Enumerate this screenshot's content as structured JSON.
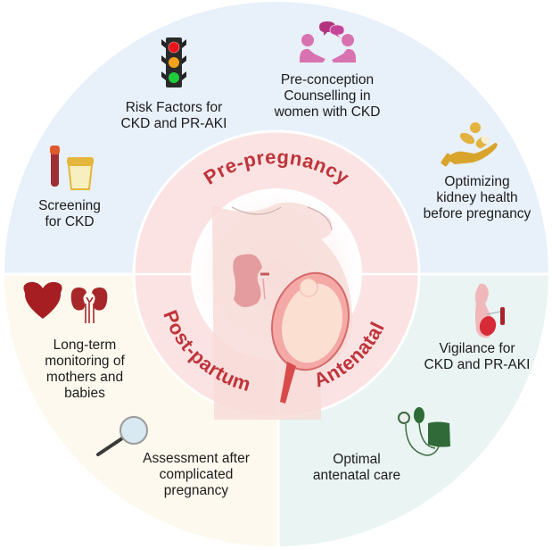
{
  "figure": {
    "center": {
      "phases": [
        {
          "id": "pre-pregnancy",
          "label": "Pre-pregnancy"
        },
        {
          "id": "antenatal",
          "label": "Antenatal"
        },
        {
          "id": "post-partum",
          "label": "Post-partum"
        }
      ],
      "illustration": "pregnant-woman-kidney-fetus-illustration"
    },
    "quadrants": {
      "pre_pregnancy": {
        "color": "#e8f0fa",
        "items": [
          {
            "icon": "blood-tube-urine-cup-icon",
            "lines": [
              "Screening",
              "for CKD"
            ]
          },
          {
            "icon": "traffic-light-icon",
            "lines": [
              "Risk Factors for",
              "CKD and PR-AKI"
            ]
          },
          {
            "icon": "counselling-people-icon",
            "lines": [
              "Pre-conception",
              "Counselling in",
              "women with CKD"
            ]
          },
          {
            "icon": "hand-pills-icon",
            "lines": [
              "Optimizing",
              "kidney health",
              "before pregnancy"
            ]
          }
        ]
      },
      "antenatal": {
        "color": "#eaf4f2",
        "items": [
          {
            "icon": "pregnant-woman-blood-sample-icon",
            "lines": [
              "Vigilance for",
              "CKD and PR-AKI"
            ]
          },
          {
            "icon": "blood-pressure-cuff-icon",
            "lines": [
              "Optimal",
              "antenatal care"
            ]
          }
        ]
      },
      "post_partum": {
        "color": "#fdf9ee",
        "items": [
          {
            "icon": "heart-kidneys-icon",
            "lines": [
              "Long-term",
              "monitoring of",
              "mothers and",
              "babies"
            ]
          },
          {
            "icon": "magnifying-glass-icon",
            "lines": [
              "Assessment after",
              "complicated",
              "pregnancy"
            ]
          }
        ]
      }
    },
    "colors": {
      "ring": "#fbe3e3",
      "phase_text": "#c0333a",
      "divider": "#ffffff"
    }
  }
}
